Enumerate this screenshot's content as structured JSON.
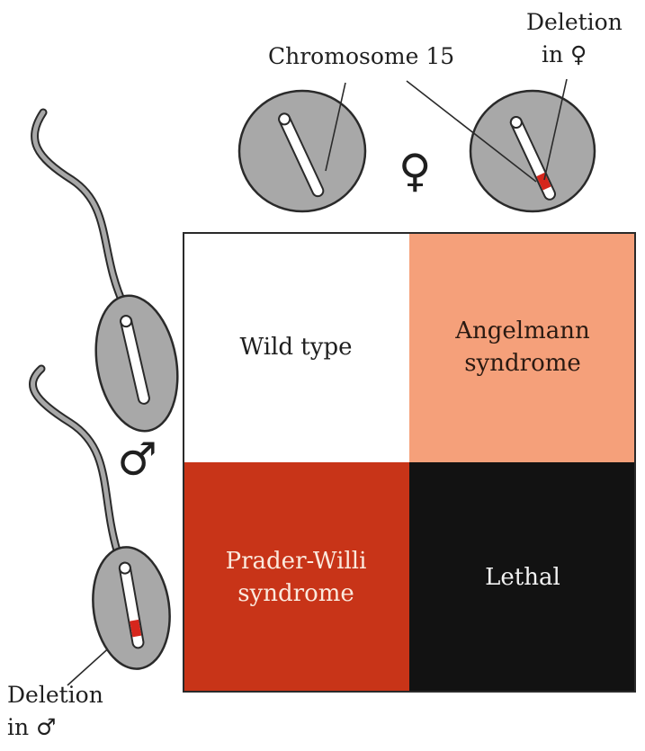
{
  "labels": {
    "chromosome": "Chromosome 15",
    "deletion_female": [
      "Deletion",
      "in ♀"
    ],
    "deletion_male": [
      "Deletion",
      "in ♂"
    ]
  },
  "symbols": {
    "female": "♀",
    "male": "♂"
  },
  "cells": [
    {
      "text": "Wild type",
      "bg": "#ffffff",
      "fg": "#1f1f1f"
    },
    {
      "text": "Angelmann\nsyndrome",
      "bg": "#f5a07a",
      "fg": "#2a1a12"
    },
    {
      "text": "Prader-Willi\nsyndrome",
      "bg": "#c83418",
      "fg": "#fbe9dd"
    },
    {
      "text": "Lethal",
      "bg": "#121212",
      "fg": "#f2f2f2"
    }
  ],
  "colors": {
    "cell_fill": "#a8a8a8",
    "outline": "#2a2a2a",
    "deletion": "#d6261c",
    "chromosome": "#ffffff"
  }
}
